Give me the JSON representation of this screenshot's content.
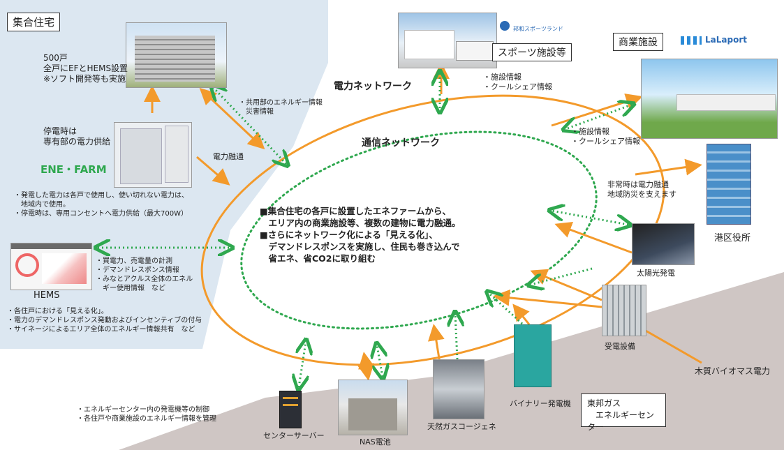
{
  "colors": {
    "arrow": "#f39a2b",
    "network": "#f39a2b",
    "comm": "#2fa84f",
    "left_panel": "#dce7f1",
    "energy_area": "#c9bfbd"
  },
  "apartment": {
    "title": "集合住宅",
    "count": "500戸\n全戸にEFとHEMS設置\n※ソフト開発等も実施",
    "outage": "停電時は\n専有部の電力供給",
    "enefarm_logo": "ENE・FARM",
    "enefarm_notes": "・発電した電力は各戸で使用し、使い切れない電力は、\n　地域内で使用。\n・停電時は、専用コンセントへ電力供給（最大700W）",
    "hems_label": "HEMS",
    "hems_notes": "・各住戸における「見える化」。\n・電力のデマンドレスポンス発動およびインセンティブの付与\n・サイネージによるエリア全体のエネルギー情報共有　など"
  },
  "links": {
    "common_info": "・共用部のエネルギー情報\n　災害情報",
    "power_share": "電力融通",
    "hems_info": "・買電力、売電量の計測\n・デマンドレスポンス情報\n・みなとアクルス全体のエネル\n　ギー使用情報　など"
  },
  "network": {
    "power_label": "電力ネットワーク",
    "comm_label": "通信ネットワーク",
    "center_text": "■集合住宅の各戸に設置したエネファームから、\n　エリア内の商業施設等、複数の建物に電力融通。\n■さらにネットワーク化による「見える化」、\n　デマンドレスポンスを実施し、住民も巻き込んで\n　省エネ、省CO2に取り組む"
  },
  "sports": {
    "title": "スポーツ施設等",
    "logo": "邦和スポーツランド",
    "info": "・施設情報\n・クールシェア情報"
  },
  "commercial": {
    "title": "商業施設",
    "logo": "LaLaport",
    "info": "・施設情報\n・クールシェア情報"
  },
  "ward": {
    "note": "非常時は電力融通\n地域防災を支えます",
    "label": "港区役所"
  },
  "energy_center": {
    "title": "東邦ガス\n　エネルギーセンター",
    "solar": "太陽光発電",
    "substation": "受電設備",
    "biomass": "木質バイオマス電力",
    "binary": "バイナリー発電機",
    "cogen": "天然ガスコージェネ",
    "nas": "NAS電池",
    "server": "センターサーバー",
    "server_notes": "・エネルギーセンター内の発電機等の制御\n・各住戸や商業施設のエネルギー情報を管理"
  }
}
